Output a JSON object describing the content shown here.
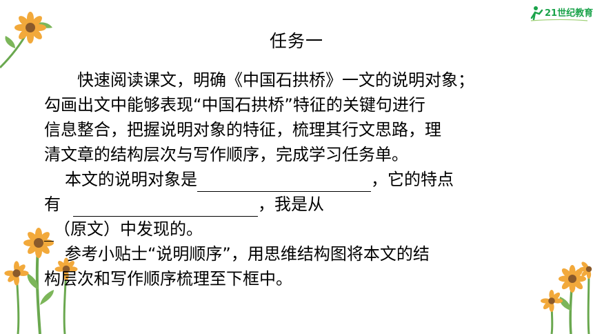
{
  "logo": {
    "text": "21世纪教育"
  },
  "title": "任务一",
  "paragraphs": {
    "p1_l1": "快速阅读课文，明确《中国石拱桥》一文的说明对象；",
    "p1_l2": "勾画出文中能够表现“中国石拱桥”特征的关键句进行",
    "p1_l3": "信息整合，把握说明对象的特征，梳理其行文思路，理",
    "p1_l4": "清文章的结构层次与写作顺序，完成学习任务单。",
    "p2_l1_a": "本文的说明对象是",
    "p2_l1_b": "，它的特点",
    "p2_l2_a": "有",
    "p2_l2_b": "，我是从",
    "p2_l3": "（原文）中发现的。",
    "p3_l1": "参考小贴士“说明顺序”，用思维结构图将本文的结",
    "p3_l2": "构层次和写作顺序梳理至下框中。"
  },
  "colors": {
    "stem": "#6aa84f",
    "petal": "#f2a93b",
    "center": "#8a5a2b",
    "logo_green": "#1aa34a"
  }
}
